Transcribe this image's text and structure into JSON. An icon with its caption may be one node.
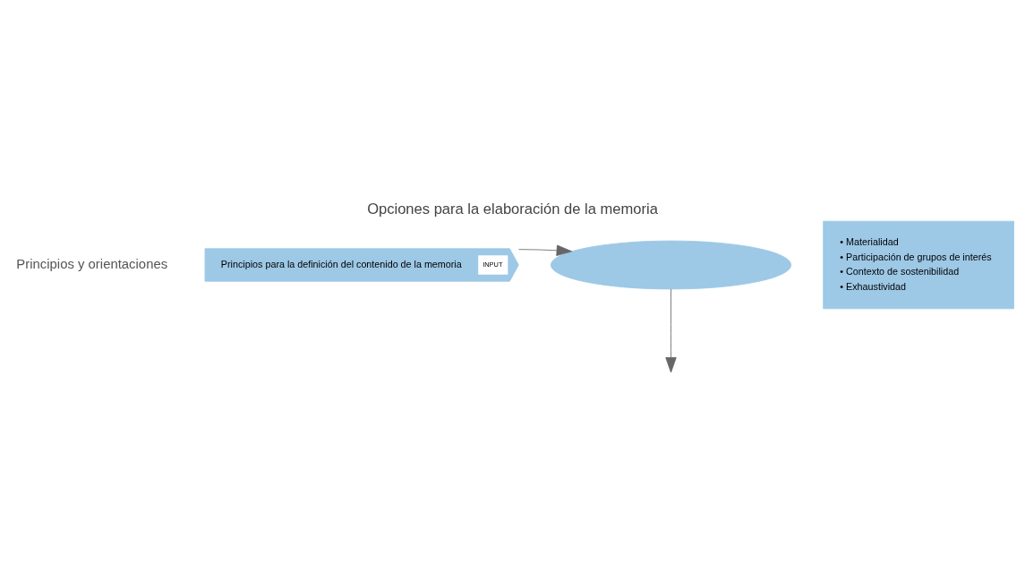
{
  "diagram": {
    "title": "Opciones para la elaboración de la memoria",
    "nodes": [
      {
        "text": [
          "Principios para la definición del contenido de la memoria",
          "INPUT"
        ]
      },
      {
        "text": [],
        "shape": "ellipse"
      },
      {
        "text": [
          "• Materialidad",
          "• Participación de grupos de interés",
          "• Contexto de sostenibilidad",
          "• Exhaustividad"
        ]
      }
    ],
    "edges": [
      {
        "from": 0,
        "to": 1,
        "arrow": "to"
      },
      {
        "from": 1,
        "to": null,
        "arrow": "to"
      }
    ],
    "labels": [
      "Principios y orientaciones"
    ]
  }
}
